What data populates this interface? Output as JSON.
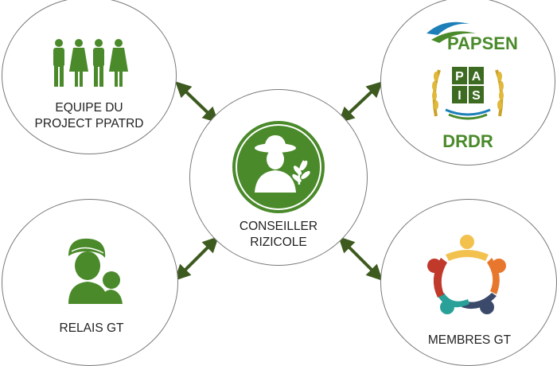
{
  "nodes": {
    "center": {
      "line1": "CONSEILLER",
      "line2": "RIZICOLE"
    },
    "top_left": {
      "line1": "EQUIPE DU",
      "line2": "PROJECT PPATRD"
    },
    "top_right": {
      "logo1": "PAPSEN",
      "logo2_letters": [
        "P",
        "A",
        "I",
        "S"
      ],
      "label": "DRDR"
    },
    "bottom_left": {
      "label": "RELAIS GT"
    },
    "bottom_right": {
      "label": "MEMBRES GT"
    }
  },
  "colors": {
    "green": "#4a8a2a",
    "dark_green": "#3d6b22",
    "arrow": "#3d5a1f",
    "border": "#7a7a7a",
    "people": [
      "#f2c14e",
      "#e8772e",
      "#3b4a6b",
      "#2aa198",
      "#c0392b"
    ]
  }
}
